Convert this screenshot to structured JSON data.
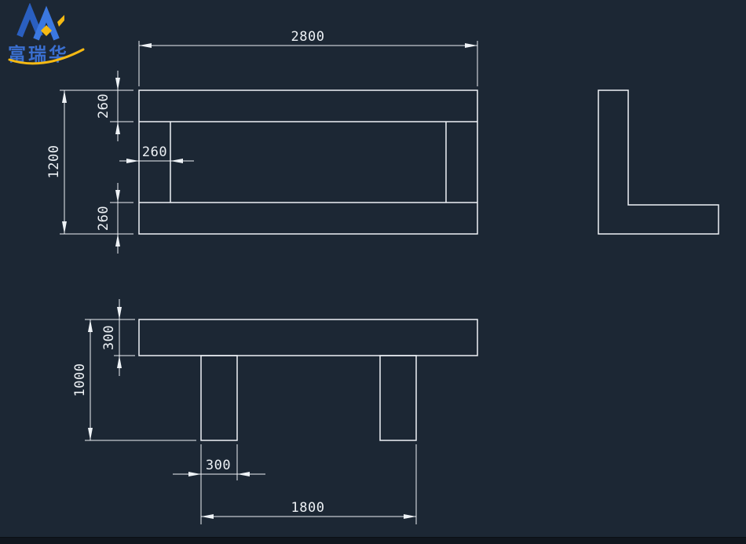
{
  "colors": {
    "canvas_background": "#1c2734",
    "line": "#eef2f6",
    "logo_blue": "#3a6fd0",
    "logo_yellow": "#f5b913"
  },
  "logo": {
    "company_name": "富瑞华"
  },
  "drawing": {
    "front_view": {
      "overall_width": "2800",
      "overall_height": "1200",
      "top_rail_height": "260",
      "post_width": "260",
      "bottom_rail_height": "260"
    },
    "plan_view": {
      "rail_depth": "300",
      "overall_depth": "1000",
      "leg_width": "300",
      "leg_span": "1800"
    }
  }
}
